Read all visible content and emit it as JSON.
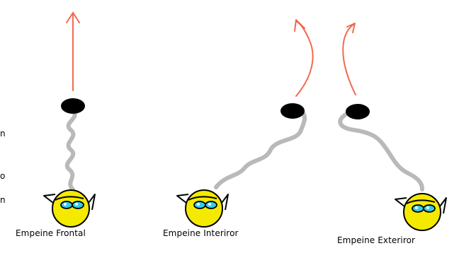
{
  "captions": {
    "frontal": "Empeine Frontal",
    "interior": "Empeine Interiror",
    "exterior": "Empeine Exteriror"
  },
  "edge_fragments": {
    "top": "n",
    "middle": "o",
    "bottom": "n"
  },
  "colors": {
    "trajectory": "#f26a4f",
    "ball": "#000000",
    "path": "#b9b9b9",
    "head": "#f4ea00",
    "goggles": "#33ccee"
  },
  "icons": {
    "ball": "ball-icon",
    "player": "player-head-icon",
    "arrow": "arrow-icon"
  }
}
